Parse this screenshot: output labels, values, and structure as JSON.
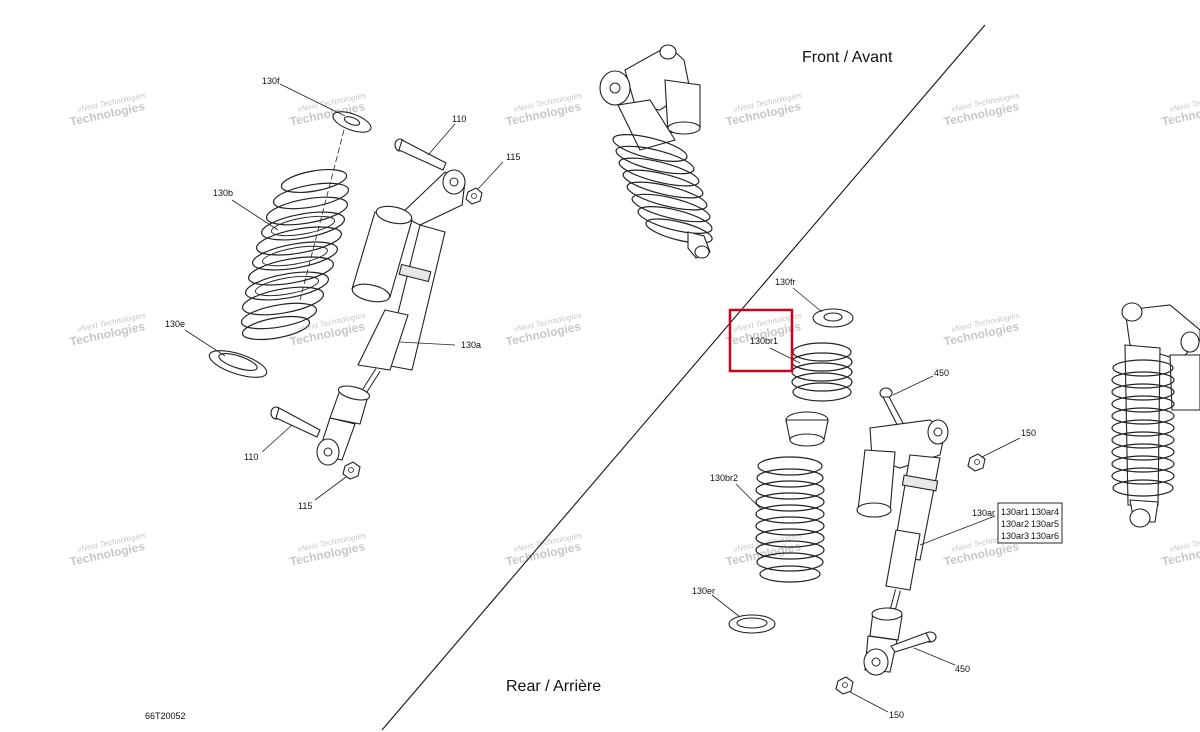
{
  "sections": {
    "front": "Front / Avant",
    "rear": "Rear / Arrière"
  },
  "diagram_code": "66T20052",
  "watermark": {
    "small": "vNext Technologies",
    "big": "Technologies"
  },
  "callouts": {
    "l_130f": "130f",
    "l_110_top": "110",
    "l_115_top": "115",
    "l_130b": "130b",
    "l_130e": "130e",
    "l_130a": "130a",
    "l_110_bottom": "110",
    "l_115_bottom": "115",
    "r_130fr": "130fr",
    "r_130br1": "130br1",
    "r_450_top": "450",
    "r_150_top": "150",
    "r_130br2": "130br2",
    "r_130ar": "130ar",
    "r_130er": "130er",
    "r_450_bottom": "450",
    "r_150_bottom": "150"
  },
  "sub_parts_table": [
    [
      "130ar1",
      "130ar4"
    ],
    [
      "130ar2",
      "130ar5"
    ],
    [
      "130ar3",
      "130ar6"
    ]
  ],
  "highlight": {
    "color": "#d0021b",
    "target": "130br1"
  }
}
